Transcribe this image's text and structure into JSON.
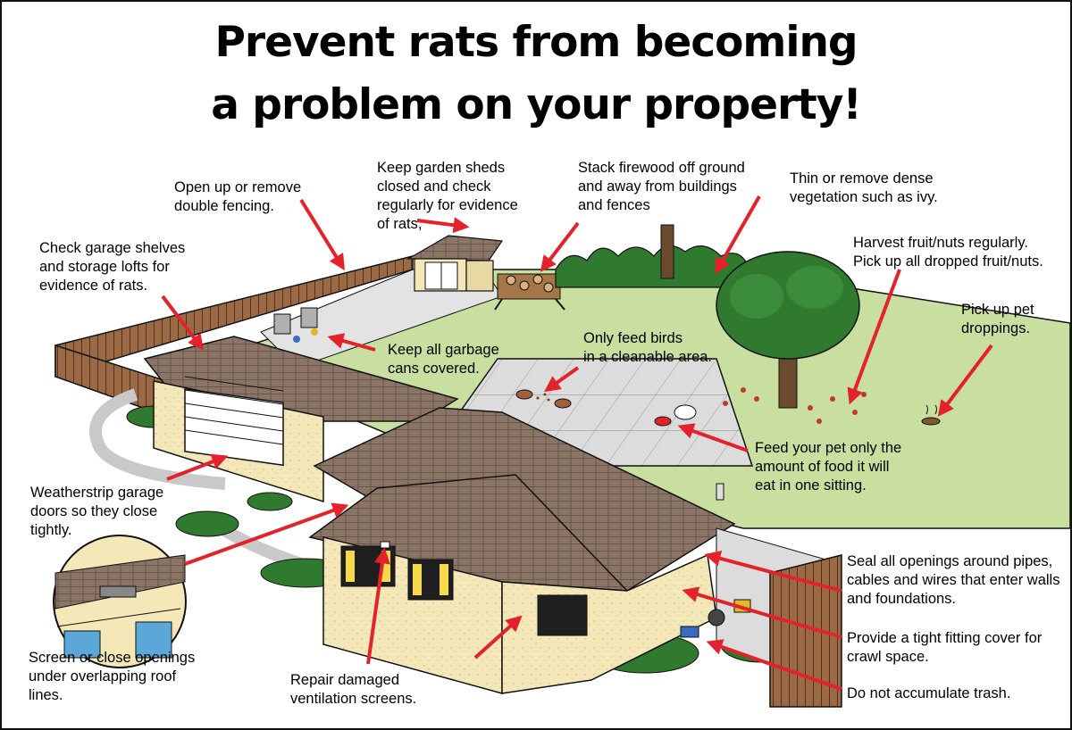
{
  "title": {
    "line1": "Prevent rats from becoming",
    "line2": "a problem on your property!"
  },
  "tips": {
    "double_fencing": [
      "Open up or remove",
      "double fencing."
    ],
    "garage_shelves": [
      "Check garage shelves",
      "and storage lofts for",
      "evidence of rats."
    ],
    "garden_sheds": [
      "Keep garden sheds",
      "closed and check",
      "regularly for evidence",
      "of rats,"
    ],
    "firewood": [
      "Stack firewood off ground",
      "and away from buildings",
      "and fences"
    ],
    "vegetation": [
      "Thin or remove dense",
      "vegetation such as ivy."
    ],
    "fruit_nuts": [
      "Harvest fruit/nuts regularly.",
      "Pick up all dropped fruit/nuts."
    ],
    "pet_droppings": [
      "Pick up pet",
      "droppings."
    ],
    "garbage": [
      "Keep all garbage",
      "cans covered."
    ],
    "feed_birds": [
      "Only feed birds",
      "in a cleanable area."
    ],
    "feed_pet": [
      "Feed your pet only the",
      "amount of food it will",
      "eat in one sitting."
    ],
    "weatherstrip": [
      "Weatherstrip garage",
      "doors so they close",
      "tightly."
    ],
    "roof_lines": [
      "Screen or close openings",
      "under overlapping roof",
      "lines."
    ],
    "ventilation": [
      "Repair damaged",
      "ventilation screens."
    ],
    "seal_openings": [
      "Seal all openings around pipes,",
      "cables and wires that enter walls",
      "and foundations."
    ],
    "crawl_space": [
      "Provide a tight fitting cover for",
      "crawl space."
    ],
    "trash": [
      "Do not accumulate trash."
    ]
  },
  "colors": {
    "arrow": "#e3222b",
    "lawn": "#c8dfa0",
    "roof": "#8a7566",
    "walls": "#f4e7b8",
    "fence": "#9b6a45",
    "shrubs": "#2f7a2f",
    "patio": "#dcdcdc",
    "outline": "#111111"
  }
}
